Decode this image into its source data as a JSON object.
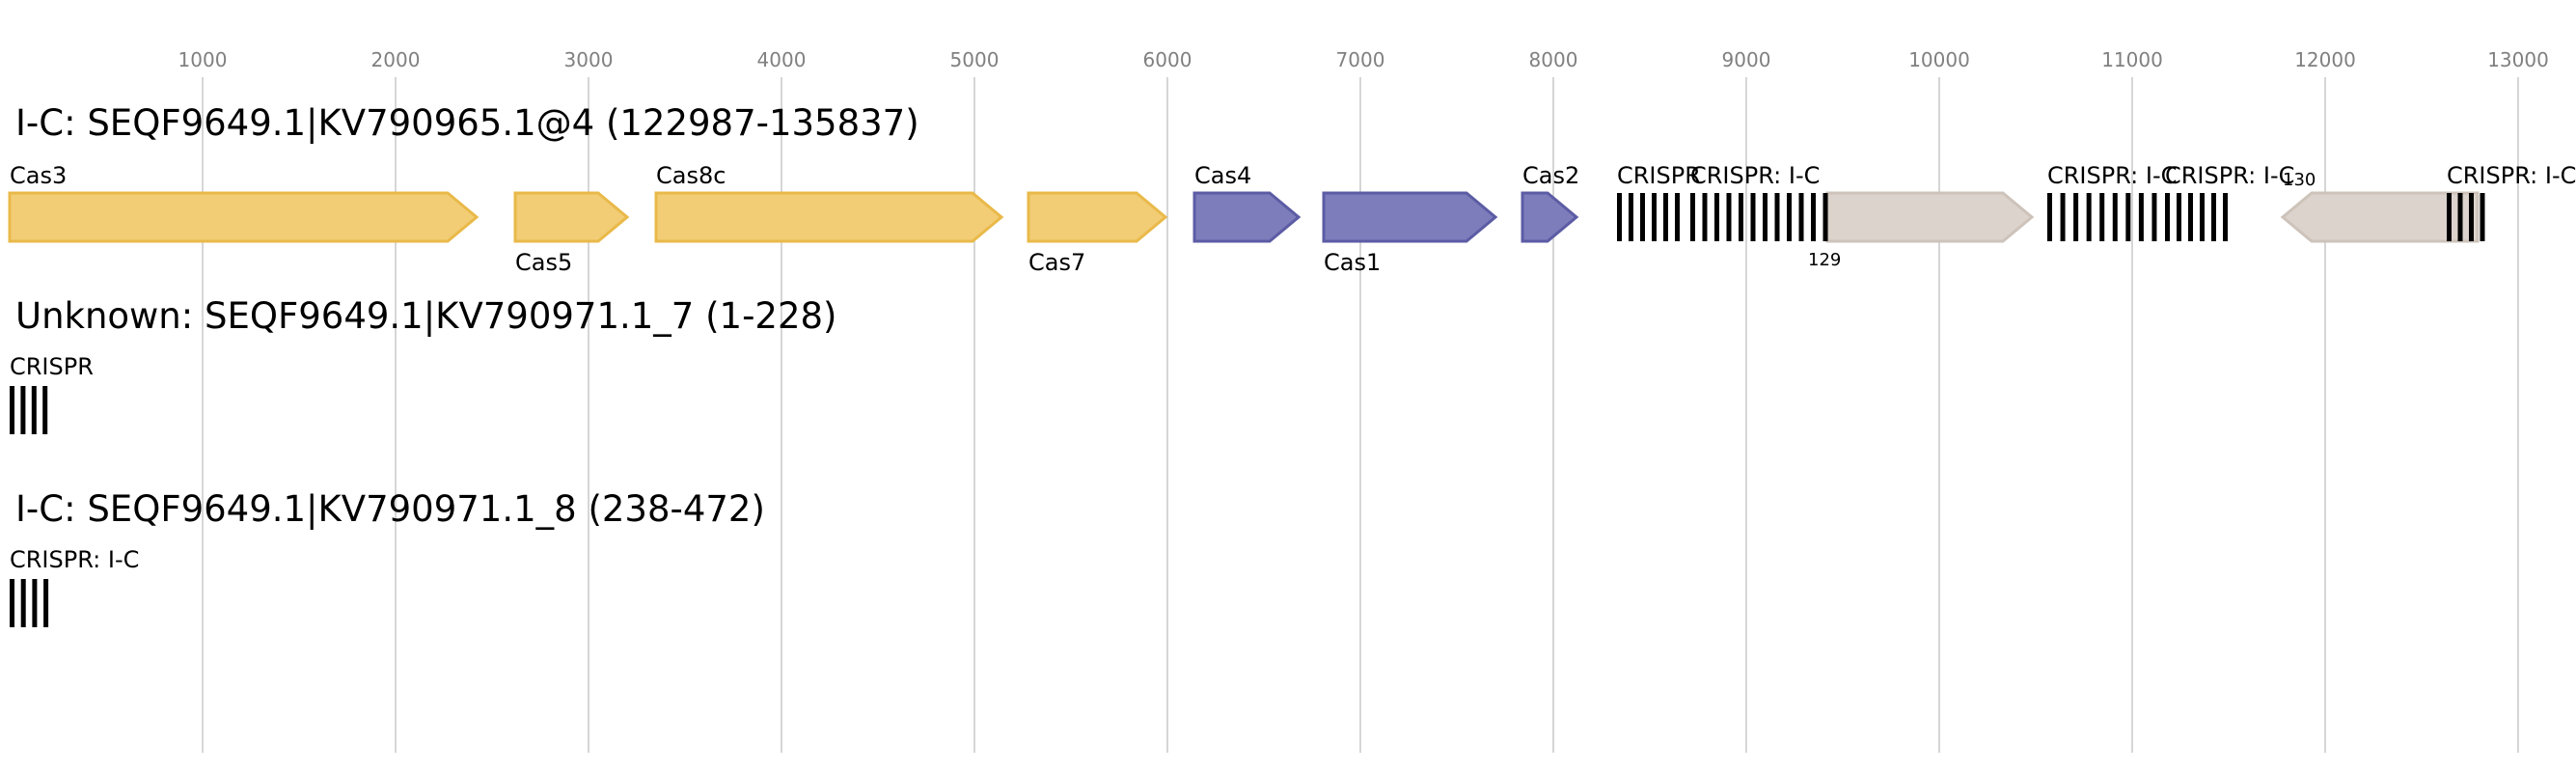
{
  "scale": {
    "ticks": [
      "1000",
      "2000",
      "3000",
      "4000",
      "5000",
      "6000",
      "7000",
      "8000",
      "9000",
      "10000",
      "11000",
      "12000",
      "13000"
    ],
    "tick_values": [
      1000,
      2000,
      3000,
      4000,
      5000,
      6000,
      7000,
      8000,
      9000,
      10000,
      11000,
      12000,
      13000
    ]
  },
  "colors": {
    "yellow_fill": "#f2cd76",
    "yellow_stroke": "#e9b949",
    "blue_fill": "#7d7dbb",
    "blue_stroke": "#5c5ca5",
    "gray_fill": "#dcd3cc",
    "gray_stroke": "#cdc3ba",
    "crispr": "#000000",
    "grid": "#c8c8c8"
  },
  "tracks": [
    {
      "title": "I-C: SEQF9649.1|KV790965.1@4 (122987-135837)",
      "genes": [
        {
          "name": "Cas3",
          "start": 0,
          "end": 2420,
          "color": "yellow",
          "strand": "+",
          "label": "Cas3",
          "label_pos": "above"
        },
        {
          "name": "Cas5",
          "start": 2620,
          "end": 3200,
          "color": "yellow",
          "strand": "+",
          "label": "Cas5",
          "label_pos": "below"
        },
        {
          "name": "Cas8c",
          "start": 3350,
          "end": 5140,
          "color": "yellow",
          "strand": "+",
          "label": "Cas8c",
          "label_pos": "above"
        },
        {
          "name": "Cas7",
          "start": 5280,
          "end": 5990,
          "color": "yellow",
          "strand": "+",
          "label": "Cas7",
          "label_pos": "below"
        },
        {
          "name": "Cas4",
          "start": 6140,
          "end": 6680,
          "color": "blue",
          "strand": "+",
          "label": "Cas4",
          "label_pos": "above"
        },
        {
          "name": "Cas1",
          "start": 6810,
          "end": 7700,
          "color": "blue",
          "strand": "+",
          "label": "Cas1",
          "label_pos": "below"
        },
        {
          "name": "Cas2",
          "start": 7840,
          "end": 8120,
          "color": "blue",
          "strand": "+",
          "label": "Cas2",
          "label_pos": "above"
        },
        {
          "name": "129",
          "start": 9420,
          "end": 10480,
          "color": "gray",
          "strand": "+",
          "label": "129",
          "label_pos": "below-small"
        },
        {
          "name": "130",
          "start": 11780,
          "end": 12790,
          "color": "gray",
          "strand": "-",
          "label": "130",
          "label_pos": "above-small"
        }
      ],
      "crisprs": [
        {
          "label": "CRISPR",
          "start": 8330,
          "end": 8690,
          "spacers": 6
        },
        {
          "label": "CRISPR: I-C",
          "start": 8710,
          "end": 9460,
          "spacers": 12
        },
        {
          "label": "CRISPR: I-C",
          "start": 10560,
          "end": 11170,
          "spacers": 9
        },
        {
          "label": "CRISPR: I-C",
          "start": 11170,
          "end": 11530,
          "spacers": 6
        },
        {
          "label": "CRISPR: I-C",
          "start": 12630,
          "end": 12860,
          "spacers": 4
        }
      ]
    },
    {
      "title": "Unknown: SEQF9649.1|KV790971.1_7 (1-228)",
      "genes": [],
      "crisprs": [
        {
          "label": "CRISPR",
          "start": 0,
          "end": 228,
          "spacers": 4
        }
      ]
    },
    {
      "title": "I-C: SEQF9649.1|KV790971.1_8 (238-472)",
      "genes": [],
      "crisprs": [
        {
          "label": "CRISPR: I-C",
          "start": 0,
          "end": 234,
          "spacers": 4
        }
      ]
    }
  ]
}
